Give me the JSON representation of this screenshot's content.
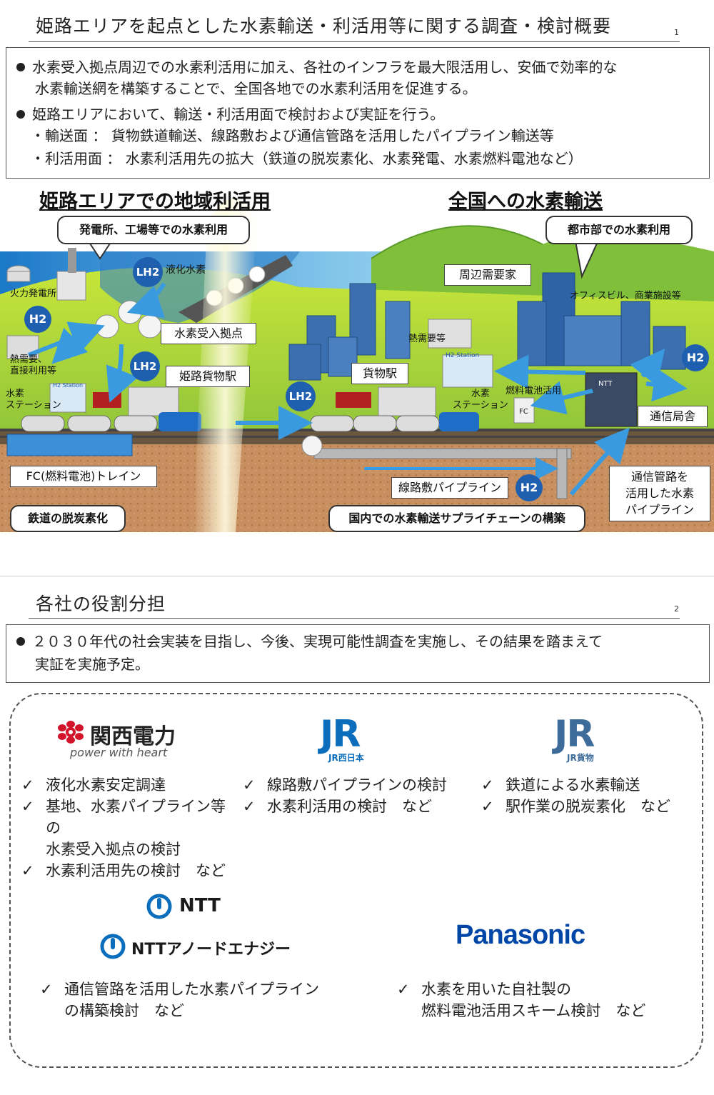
{
  "slide1": {
    "title": "姫路エリアを起点とした水素輸送・利活用等に関する調査・検討概要",
    "page_number": "1",
    "bullets": [
      {
        "type": "dot",
        "text": "水素受入拠点周辺での水素利活用に加え、各社のインフラを最大限活用し、安価で効率的な"
      },
      {
        "type": "cont",
        "text": "水素輸送網を構築することで、全国各地での水素利活用を促進する。"
      },
      {
        "type": "dot",
        "text": "姫路エリアにおいて、輸送・利活用面で検討および実証を行う。"
      },
      {
        "type": "sub",
        "text": "・輸送面 ： 貨物鉄道輸送、線路敷および通信管路を活用したパイプライン輸送等"
      },
      {
        "type": "sub",
        "text": "・利活用面 ： 水素利活用先の拡大（鉄道の脱炭素化、水素発電、水素燃料電池など）"
      }
    ],
    "illustration": {
      "left_heading": "姫路エリアでの地域利活用",
      "right_heading": "全国への水素輸送",
      "callouts": {
        "power_plant": "発電所、工場等での水素利用",
        "urban": "都市部での水素利用",
        "rail_decarb": "鉄道の脱炭素化",
        "supply_chain": "国内での水素輸送サプライチェーンの構築"
      },
      "boxed_labels": {
        "receiving_base": "水素受入拠点",
        "himeji_station": "姫路貨物駅",
        "freight_station": "貨物駅",
        "nearby_demand": "周辺需要家",
        "telecom_office": "通信局舎",
        "fc_train": "FC(燃料電池)トレイン",
        "track_pipeline": "線路敷パイプライン",
        "conduit_pipeline": "通信管路を\n活用した水素\nパイプライン"
      },
      "plain_labels": {
        "liquid_hydrogen": "液化水素",
        "thermal_plant": "火力発電所",
        "heat_demand_left": "熱需要、\n直接利用等",
        "h2_station_left": "水素\nステーション",
        "heat_demand_right": "熱需要等",
        "h2_station_right": "水素\nステーション",
        "fuel_cell_use": "燃料電池活用",
        "office_buildings": "オフィスビル、商業施設等"
      },
      "badges": {
        "h2": "H2",
        "lh2": "LH2",
        "fc": "FC",
        "ntt": "NTT",
        "h2_station_sign": "H2 Station"
      }
    }
  },
  "slide2": {
    "title": "各社の役割分担",
    "page_number": "2",
    "bullet_line1": "２０３０年代の社会実装を目指し、今後、実現可能性調査を実施し、その結果を踏まえて",
    "bullet_line2": "実証を実施予定。",
    "companies": {
      "kansai": {
        "name": "関西電力",
        "tagline": "power with heart",
        "items": [
          "液化水素安定調達",
          "基地、水素パイプライン等の",
          "水素受入拠点の検討",
          "水素利活用先の検討　など"
        ]
      },
      "jr_west": {
        "mark": "JR",
        "sub": "JR西日本",
        "items": [
          "線路敷パイプラインの検討",
          "水素利活用の検討　など"
        ]
      },
      "jr_freight": {
        "mark": "JR",
        "sub": "JR貨物",
        "items": [
          "鉄道による水素輸送",
          "駅作業の脱炭素化　など"
        ]
      },
      "ntt": {
        "name": "NTT",
        "anode": "NTTアノードエナジー",
        "items": [
          "通信管路を活用した水素パイプライン",
          "の構築検討　など"
        ]
      },
      "panasonic": {
        "name": "Panasonic",
        "items": [
          "水素を用いた自社製の",
          "燃料電池活用スキーム検討　など"
        ]
      }
    }
  },
  "colors": {
    "brand_blue": "#1f5fb0",
    "kansai_red": "#d2142b",
    "jr_west_blue": "#0a6ebd",
    "jr_freight_blue": "#3d6c9a",
    "panasonic_blue": "#0046a6"
  }
}
